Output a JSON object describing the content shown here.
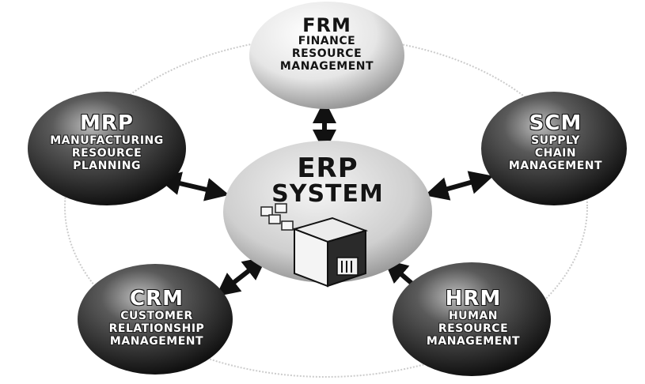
{
  "center": {
    "line1": "ERP",
    "line2": "SYSTEM"
  },
  "modules": [
    {
      "abbr": "FRM",
      "lines": [
        "FINANCE",
        "RESOURCE",
        "MANAGEMENT"
      ]
    },
    {
      "abbr": "MRP",
      "lines": [
        "MANUFACTURING",
        "RESOURCE",
        "PLANNING"
      ]
    },
    {
      "abbr": "SCM",
      "lines": [
        "SUPPLY",
        "CHAIN",
        "MANAGEMENT"
      ]
    },
    {
      "abbr": "CRM",
      "lines": [
        "CUSTOMER",
        "RELATIONSHIP",
        "MANAGEMENT"
      ]
    },
    {
      "abbr": "HRM",
      "lines": [
        "HUMAN",
        "RESOURCE",
        "MANAGEMENT"
      ]
    }
  ],
  "colors": {
    "sphere_dark": "#1c1c1c",
    "sphere_light": "#f2f2f2",
    "ring": "#c8c8c8",
    "arrow": "#111111"
  }
}
